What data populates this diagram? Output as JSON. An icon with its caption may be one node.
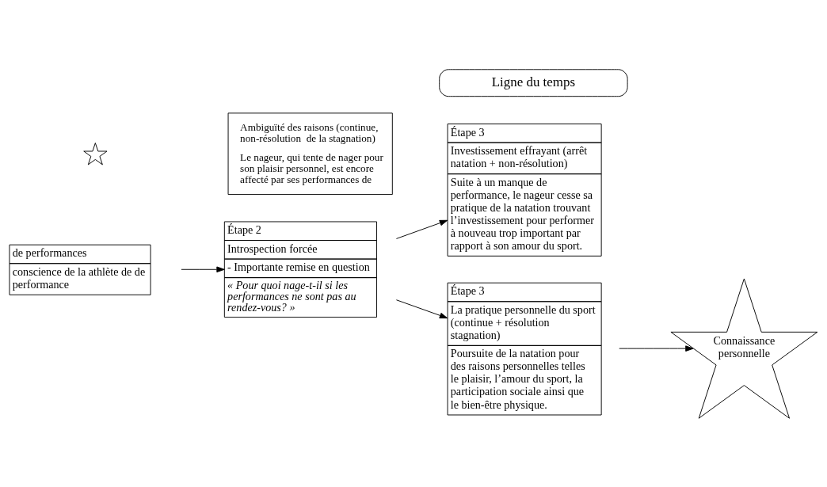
{
  "diagram": {
    "nodes": [
      {
        "text": [
          "de performances",
          "conscience de la athlète de de performance"
        ]
      },
      {
        "text": [
          "Étape 2",
          "Introspection forcée",
          "- Importante remise en question",
          "« Pour quoi nage-t-il si les performances ne sont pas au rendez-vous? »"
        ]
      },
      {
        "text": [
          "Étape 3",
          "Investissement effrayant (arrêt natation + non-résolution)",
          "Suite à un manque de performance, le nageur cesse sa pratique de la natation trouvant l’investissement pour performer à nouveau trop important par rapport à son amour du sport."
        ]
      },
      {
        "text": [
          "Étape 3",
          "La pratique personnelle du sport (continue + résolution stagnation)",
          "Poursuite de la natation pour des raisons personnelles telles le plaisir, l’amour du sport, la participation sociale ainsi que le bien-être physique."
        ]
      },
      {
        "text": [
          "Connaissance personnelle"
        ]
      },
      {
        "text": [
          "Ligne du temps"
        ]
      },
      {
        "text": [],
        "shape": "star"
      },
      {
        "text": [
          "Ambiguïté des raisons (continue, non-résolution  de la stagnation)",
          "Le nageur, qui tente de nager pour son plaisir personnel, est encore affecté par ses performances de"
        ]
      }
    ],
    "edges": [
      {
        "from": 0,
        "to": 1,
        "arrow": "to"
      },
      {
        "from": 1,
        "to": 2,
        "arrow": "to"
      },
      {
        "from": 1,
        "to": 3,
        "arrow": "to"
      },
      {
        "from": 3,
        "to": 4,
        "arrow": "to"
      }
    ]
  }
}
